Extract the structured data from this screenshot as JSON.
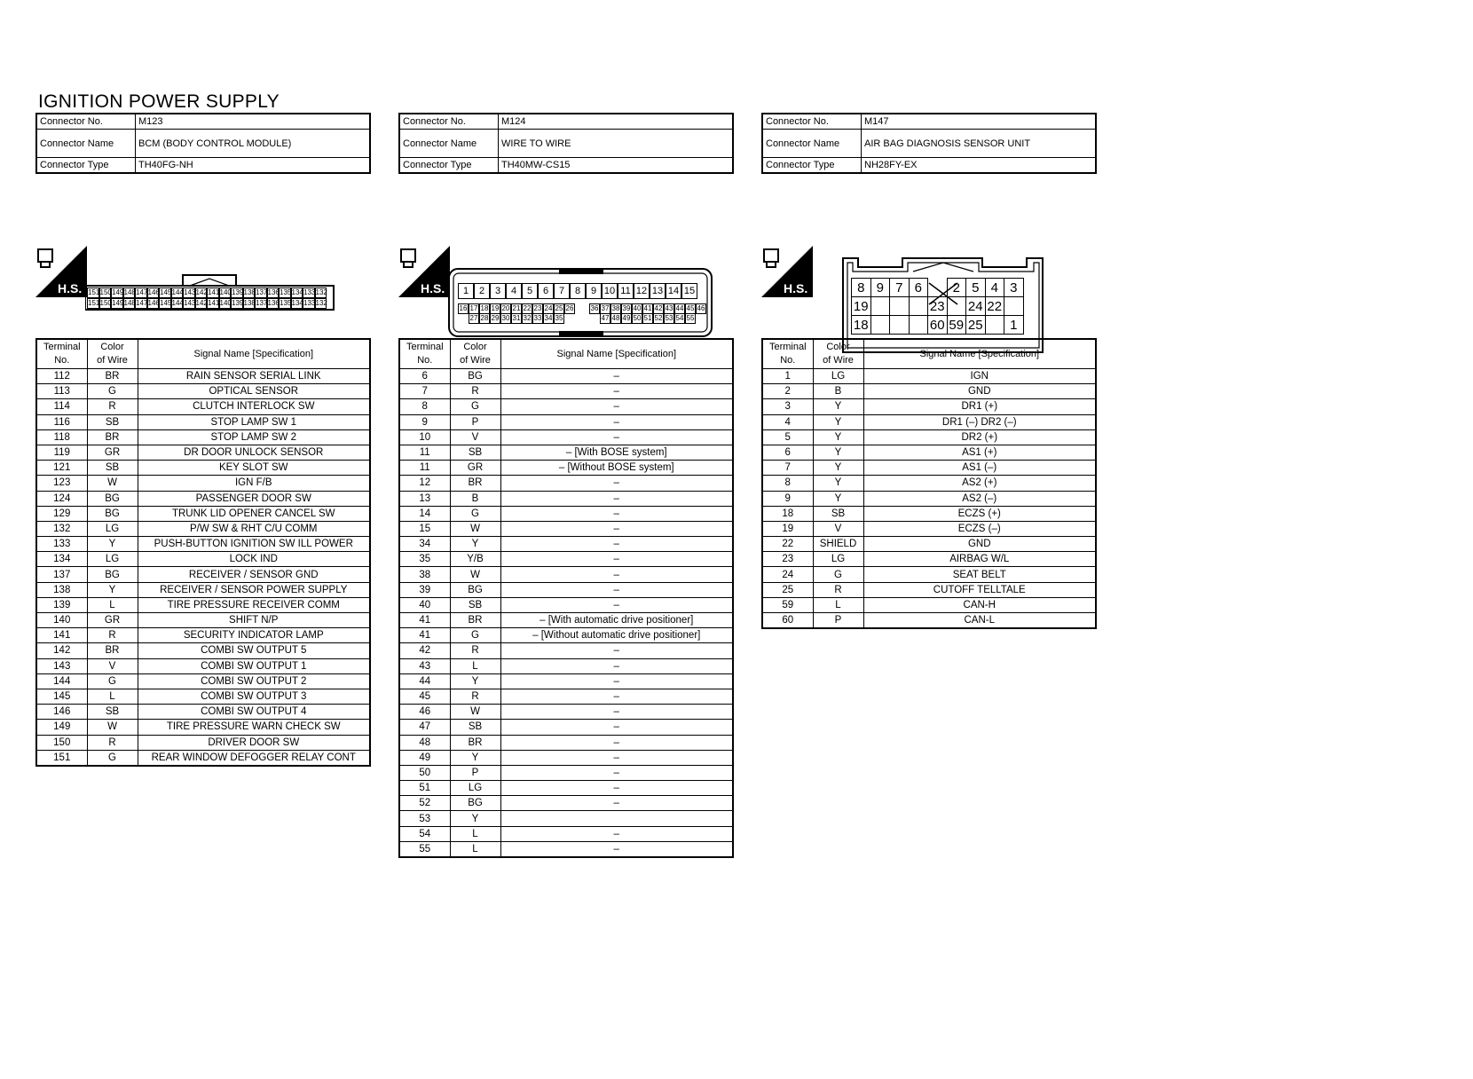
{
  "page": {
    "title": "IGNITION POWER SUPPLY"
  },
  "labels": {
    "connector_no": "Connector No.",
    "connector_name": "Connector Name",
    "connector_type": "Connector Type",
    "hs": "H.S.",
    "col_terminal_1": "Terminal",
    "col_terminal_2": "No.",
    "col_color_1": "Color",
    "col_color_2": "of Wire",
    "col_signal": "Signal Name [Specification]"
  },
  "connectors": [
    {
      "no": "M123",
      "name": "BCM (BODY CONTROL MODULE)",
      "type": "TH40FG-NH",
      "pins_top": [
        "151",
        "150",
        "149",
        "148",
        "147",
        "146",
        "145",
        "144",
        "143",
        "142",
        "141",
        "140",
        "139",
        "138",
        "137",
        "136",
        "135",
        "134",
        "133",
        "132"
      ],
      "pins_bottom": [
        "151",
        "150",
        "149",
        "148",
        "147",
        "146",
        "145",
        "144",
        "143",
        "142",
        "141",
        "140",
        "139",
        "138",
        "137",
        "136",
        "135",
        "134",
        "133",
        "132"
      ],
      "rows": [
        {
          "no": "112",
          "color": "BR",
          "signal": "RAIN SENSOR SERIAL LINK"
        },
        {
          "no": "113",
          "color": "G",
          "signal": "OPTICAL SENSOR"
        },
        {
          "no": "114",
          "color": "R",
          "signal": "CLUTCH INTERLOCK SW"
        },
        {
          "no": "116",
          "color": "SB",
          "signal": "STOP LAMP SW 1"
        },
        {
          "no": "118",
          "color": "BR",
          "signal": "STOP LAMP SW 2"
        },
        {
          "no": "119",
          "color": "GR",
          "signal": "DR DOOR UNLOCK SENSOR"
        },
        {
          "no": "121",
          "color": "SB",
          "signal": "KEY SLOT SW"
        },
        {
          "no": "123",
          "color": "W",
          "signal": "IGN F/B"
        },
        {
          "no": "124",
          "color": "BG",
          "signal": "PASSENGER DOOR SW"
        },
        {
          "no": "129",
          "color": "BG",
          "signal": "TRUNK LID OPENER CANCEL SW"
        },
        {
          "no": "132",
          "color": "LG",
          "signal": "P/W SW & RHT C/U COMM"
        },
        {
          "no": "133",
          "color": "Y",
          "signal": "PUSH-BUTTON IGNITION SW ILL POWER"
        },
        {
          "no": "134",
          "color": "LG",
          "signal": "LOCK IND"
        },
        {
          "no": "137",
          "color": "BG",
          "signal": "RECEIVER / SENSOR GND"
        },
        {
          "no": "138",
          "color": "Y",
          "signal": "RECEIVER / SENSOR POWER SUPPLY"
        },
        {
          "no": "139",
          "color": "L",
          "signal": "TIRE PRESSURE RECEIVER COMM"
        },
        {
          "no": "140",
          "color": "GR",
          "signal": "SHIFT N/P"
        },
        {
          "no": "141",
          "color": "R",
          "signal": "SECURITY INDICATOR LAMP"
        },
        {
          "no": "142",
          "color": "BR",
          "signal": "COMBI SW OUTPUT 5"
        },
        {
          "no": "143",
          "color": "V",
          "signal": "COMBI SW OUTPUT 1"
        },
        {
          "no": "144",
          "color": "G",
          "signal": "COMBI SW OUTPUT 2"
        },
        {
          "no": "145",
          "color": "L",
          "signal": "COMBI SW OUTPUT 3"
        },
        {
          "no": "146",
          "color": "SB",
          "signal": "COMBI SW OUTPUT 4"
        },
        {
          "no": "149",
          "color": "W",
          "signal": "TIRE PRESSURE WARN CHECK SW"
        },
        {
          "no": "150",
          "color": "R",
          "signal": "DRIVER DOOR SW"
        },
        {
          "no": "151",
          "color": "G",
          "signal": "REAR WINDOW DEFOGGER RELAY CONT"
        }
      ]
    },
    {
      "no": "M124",
      "name": "WIRE TO WIRE",
      "type": "TH40MW-CS15",
      "pins_top": [
        "1",
        "2",
        "3",
        "4",
        "5",
        "6",
        "7",
        "8",
        "9",
        "10",
        "11",
        "12",
        "13",
        "14",
        "15"
      ],
      "pins_mid_a": [
        "16",
        "17",
        "18",
        "19",
        "20",
        "21",
        "22",
        "23",
        "24",
        "25",
        "26"
      ],
      "pins_mid_b": [
        "36",
        "37",
        "38",
        "39",
        "40",
        "41",
        "42",
        "43",
        "44",
        "45",
        "46"
      ],
      "pins_bot_a": [
        "27",
        "28",
        "29",
        "30",
        "31",
        "32",
        "33",
        "34",
        "35"
      ],
      "pins_bot_b": [
        "47",
        "48",
        "49",
        "50",
        "51",
        "52",
        "53",
        "54",
        "55"
      ],
      "rows": [
        {
          "no": "6",
          "color": "BG",
          "signal": "–"
        },
        {
          "no": "7",
          "color": "R",
          "signal": "–"
        },
        {
          "no": "8",
          "color": "G",
          "signal": "–"
        },
        {
          "no": "9",
          "color": "P",
          "signal": "–"
        },
        {
          "no": "10",
          "color": "V",
          "signal": "–"
        },
        {
          "no": "11",
          "color": "SB",
          "signal": "– [With BOSE system]"
        },
        {
          "no": "11",
          "color": "GR",
          "signal": "– [Without BOSE system]"
        },
        {
          "no": "12",
          "color": "BR",
          "signal": "–"
        },
        {
          "no": "13",
          "color": "B",
          "signal": "–"
        },
        {
          "no": "14",
          "color": "G",
          "signal": "–"
        },
        {
          "no": "15",
          "color": "W",
          "signal": "–"
        },
        {
          "no": "34",
          "color": "Y",
          "signal": "–"
        },
        {
          "no": "35",
          "color": "Y/B",
          "signal": "–"
        },
        {
          "no": "38",
          "color": "W",
          "signal": "–"
        },
        {
          "no": "39",
          "color": "BG",
          "signal": "–"
        },
        {
          "no": "40",
          "color": "SB",
          "signal": "–"
        },
        {
          "no": "41",
          "color": "BR",
          "signal": "– [With automatic drive positioner]"
        },
        {
          "no": "41",
          "color": "G",
          "signal": "– [Without automatic drive positioner]"
        },
        {
          "no": "42",
          "color": "R",
          "signal": "–"
        },
        {
          "no": "43",
          "color": "L",
          "signal": "–"
        },
        {
          "no": "44",
          "color": "Y",
          "signal": "–"
        },
        {
          "no": "45",
          "color": "R",
          "signal": "–"
        },
        {
          "no": "46",
          "color": "W",
          "signal": "–"
        },
        {
          "no": "47",
          "color": "SB",
          "signal": "–"
        },
        {
          "no": "48",
          "color": "BR",
          "signal": "–"
        },
        {
          "no": "49",
          "color": "Y",
          "signal": "–"
        },
        {
          "no": "50",
          "color": "P",
          "signal": "–"
        },
        {
          "no": "51",
          "color": "LG",
          "signal": "–"
        },
        {
          "no": "52",
          "color": "BG",
          "signal": "–"
        },
        {
          "no": "53",
          "color": "Y",
          "signal": ""
        },
        {
          "no": "54",
          "color": "L",
          "signal": "–"
        },
        {
          "no": "55",
          "color": "L",
          "signal": "–"
        }
      ]
    },
    {
      "no": "M147",
      "name": "AIR BAG DIAGNOSIS SENSOR UNIT",
      "type": "NH28FY-EX",
      "pins_row1": [
        "8",
        "9",
        "7",
        "6",
        "",
        "2",
        "5",
        "4",
        "3"
      ],
      "pins_row2": [
        "19",
        "",
        "",
        "",
        "23",
        "",
        "24",
        "22",
        ""
      ],
      "pins_row3": [
        "18",
        "",
        "",
        "",
        "60",
        "59",
        "25",
        "",
        "1"
      ],
      "rows": [
        {
          "no": "1",
          "color": "LG",
          "signal": "IGN"
        },
        {
          "no": "2",
          "color": "B",
          "signal": "GND"
        },
        {
          "no": "3",
          "color": "Y",
          "signal": "DR1 (+)"
        },
        {
          "no": "4",
          "color": "Y",
          "signal": "DR1 (–) DR2 (–)"
        },
        {
          "no": "5",
          "color": "Y",
          "signal": "DR2 (+)"
        },
        {
          "no": "6",
          "color": "Y",
          "signal": "AS1 (+)"
        },
        {
          "no": "7",
          "color": "Y",
          "signal": "AS1 (–)"
        },
        {
          "no": "8",
          "color": "Y",
          "signal": "AS2 (+)"
        },
        {
          "no": "9",
          "color": "Y",
          "signal": "AS2 (–)"
        },
        {
          "no": "18",
          "color": "SB",
          "signal": "ECZS (+)"
        },
        {
          "no": "19",
          "color": "V",
          "signal": "ECZS (–)"
        },
        {
          "no": "22",
          "color": "SHIELD",
          "signal": "GND"
        },
        {
          "no": "23",
          "color": "LG",
          "signal": "AIRBAG W/L"
        },
        {
          "no": "24",
          "color": "G",
          "signal": "SEAT BELT"
        },
        {
          "no": "25",
          "color": "R",
          "signal": "CUTOFF TELLTALE"
        },
        {
          "no": "59",
          "color": "L",
          "signal": "CAN-H"
        },
        {
          "no": "60",
          "color": "P",
          "signal": "CAN-L"
        }
      ]
    }
  ]
}
